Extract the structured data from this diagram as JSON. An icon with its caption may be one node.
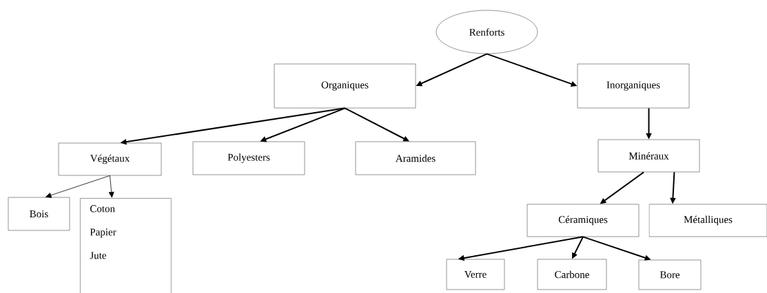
{
  "diagram": {
    "nodes": [
      {
        "text": [
          "Renforts"
        ]
      },
      {
        "text": [
          "Organiques"
        ]
      },
      {
        "text": [
          "Inorganiques"
        ]
      },
      {
        "text": [
          "Végétaux"
        ]
      },
      {
        "text": [
          "Polyesters"
        ]
      },
      {
        "text": [
          "Aramides"
        ]
      },
      {
        "text": [
          "Minéraux"
        ]
      },
      {
        "text": [
          "Bois"
        ]
      },
      {
        "text": [
          "Coton",
          "Papier",
          "Jute"
        ]
      },
      {
        "text": [
          "Céramiques"
        ]
      },
      {
        "text": [
          "Métalliques"
        ]
      },
      {
        "text": [
          "Verre"
        ]
      },
      {
        "text": [
          "Carbone"
        ]
      },
      {
        "text": [
          "Bore"
        ]
      }
    ],
    "edges": [
      {
        "from": 0,
        "to": 1,
        "arrow": "to"
      },
      {
        "from": 0,
        "to": 2,
        "arrow": "to"
      },
      {
        "from": 1,
        "to": 3,
        "arrow": "to"
      },
      {
        "from": 1,
        "to": 4,
        "arrow": "to"
      },
      {
        "from": 1,
        "to": 5,
        "arrow": "to"
      },
      {
        "from": 2,
        "to": 6,
        "arrow": "to"
      },
      {
        "from": 3,
        "to": 7,
        "arrow": "to"
      },
      {
        "from": 3,
        "to": 8,
        "arrow": "to"
      },
      {
        "from": 6,
        "to": 9,
        "arrow": "to"
      },
      {
        "from": 6,
        "to": 10,
        "arrow": "to"
      },
      {
        "from": 9,
        "to": 11,
        "arrow": "to"
      },
      {
        "from": 9,
        "to": 12,
        "arrow": "to"
      },
      {
        "from": 9,
        "to": 13,
        "arrow": "to"
      }
    ]
  }
}
